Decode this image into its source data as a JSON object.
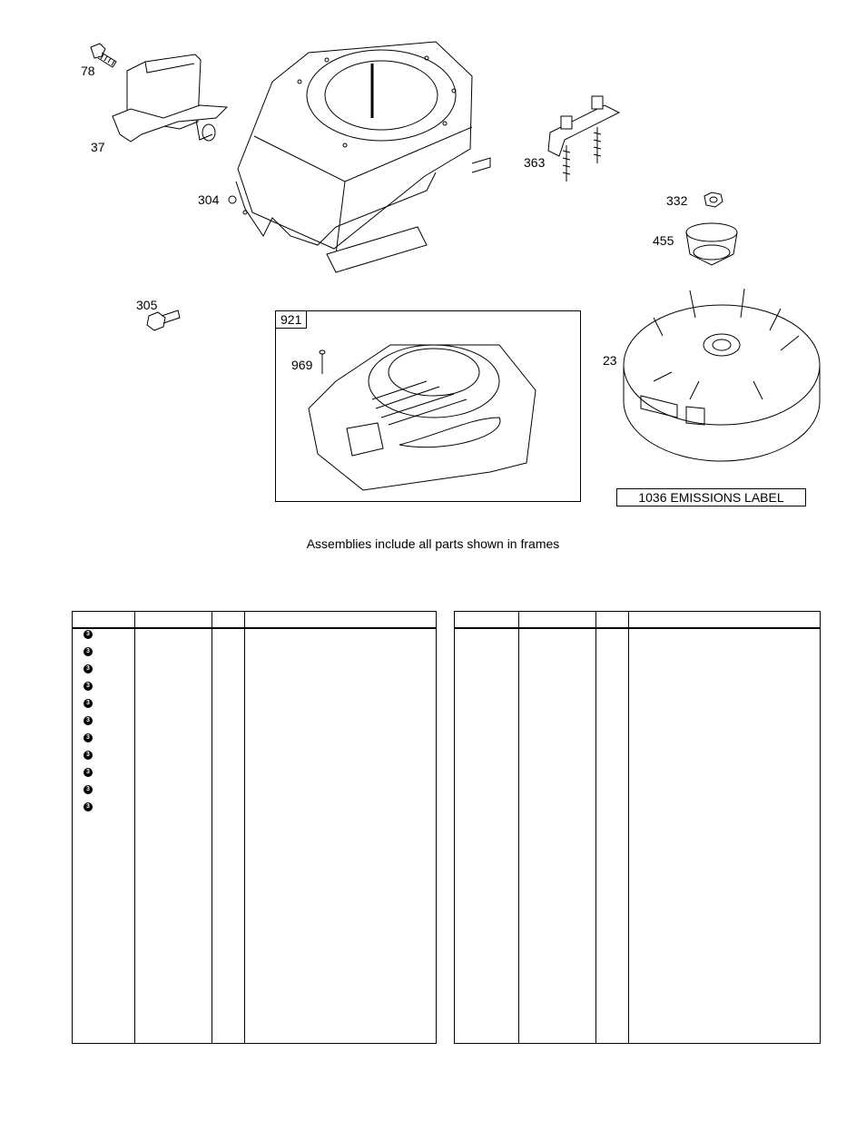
{
  "callouts": {
    "c78": "78",
    "c37": "37",
    "c304": "304",
    "c363": "363",
    "c332": "332",
    "c455": "455",
    "c305": "305",
    "c921": "921",
    "c969": "969",
    "c23": "23"
  },
  "emissions_label": "1036 EMISSIONS LABEL",
  "assembly_note": "Assemblies include all parts shown in frames",
  "table_left": {
    "bullet_symbol": "3",
    "bullets": [
      "3",
      "3",
      "3",
      "3",
      "3",
      "3",
      "3",
      "3",
      "3",
      "3",
      "3"
    ]
  },
  "table_right": {}
}
